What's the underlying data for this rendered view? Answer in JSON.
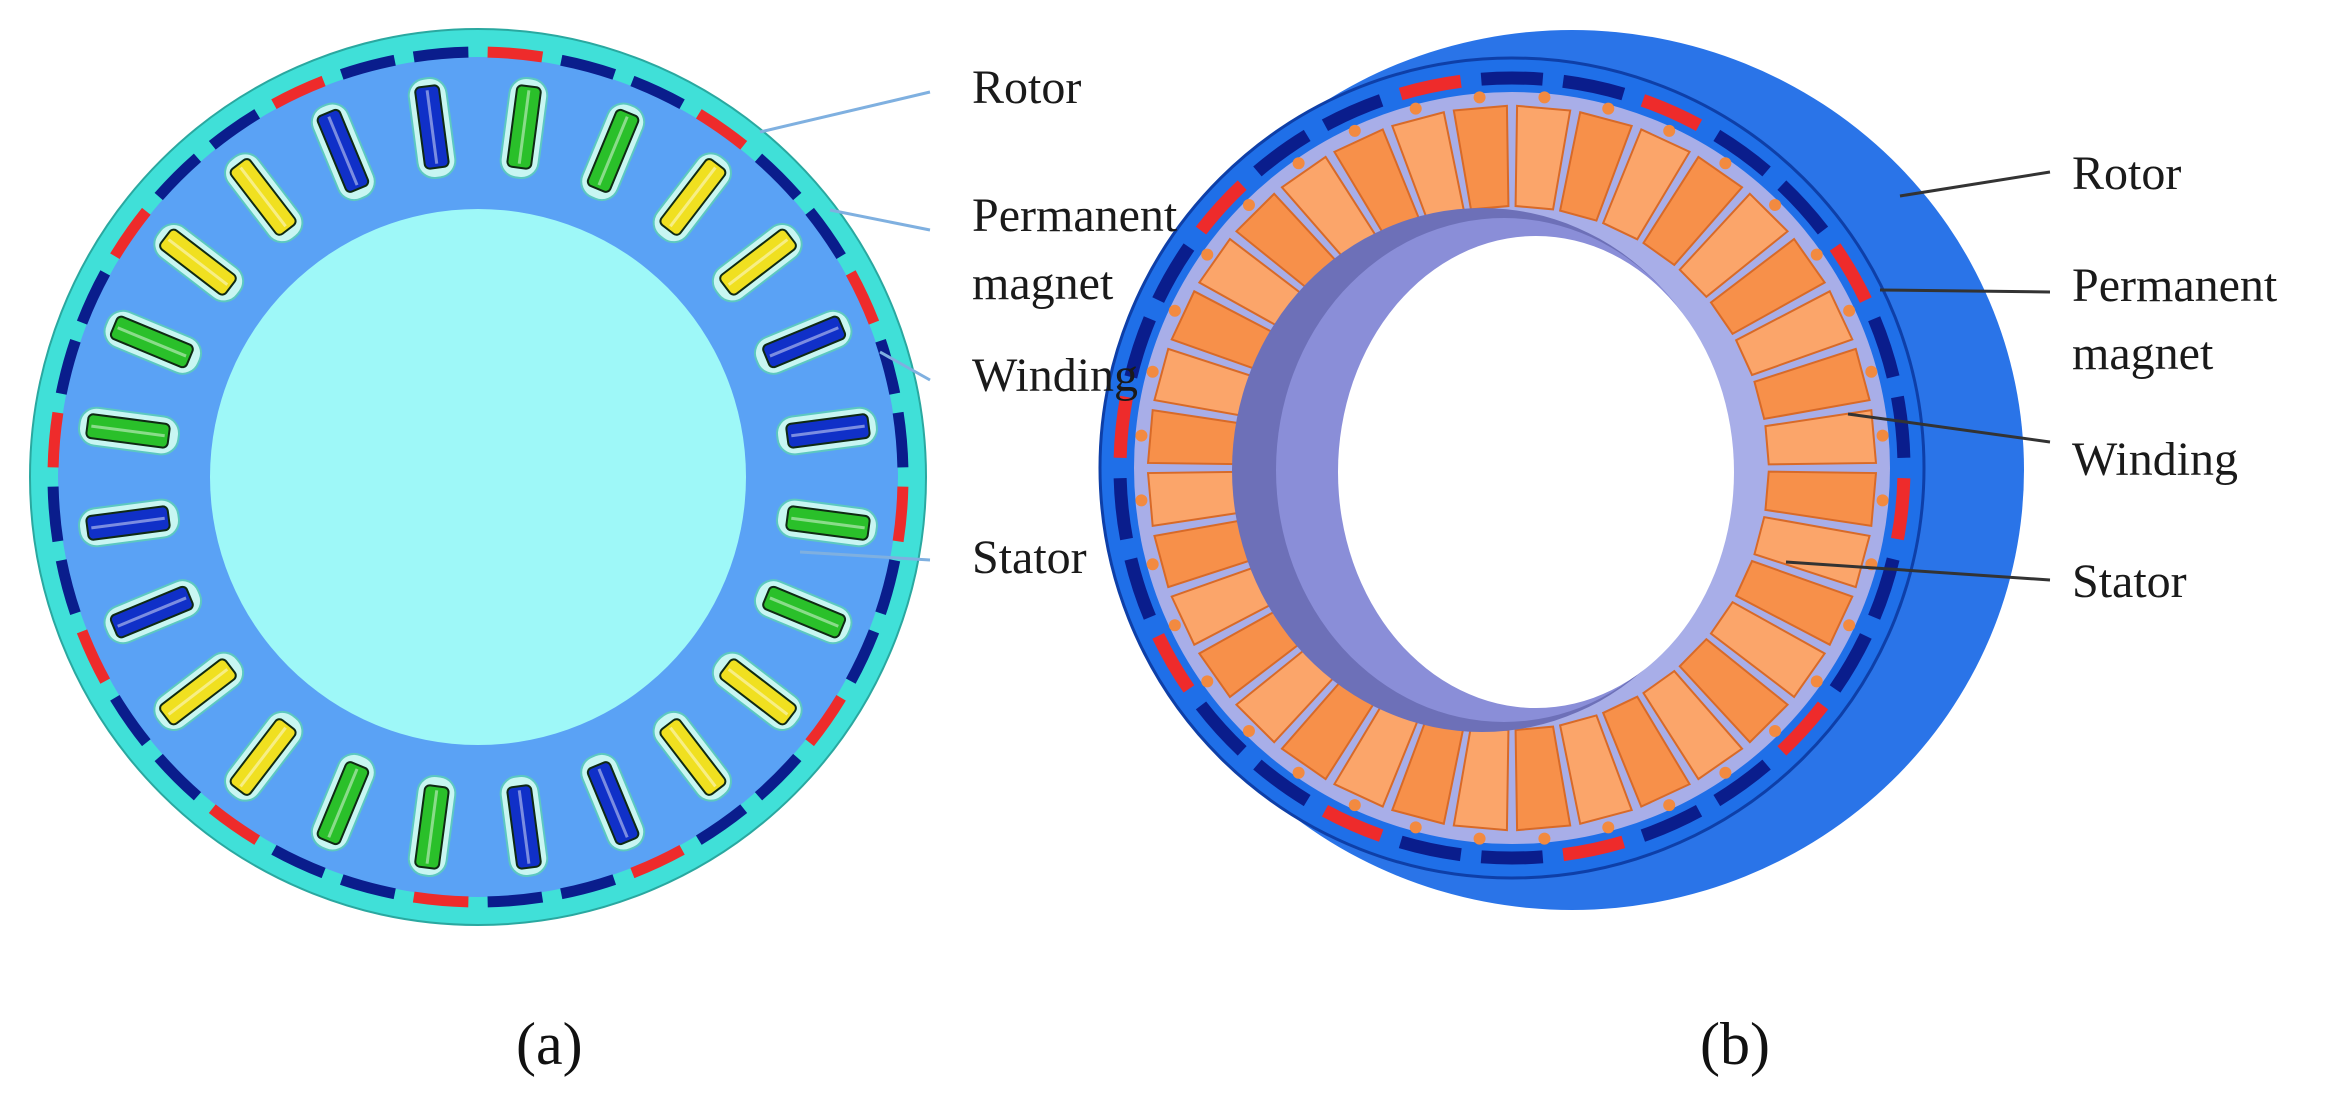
{
  "panel_a": {
    "caption": "(a)",
    "labels": {
      "rotor": "Rotor",
      "magnet_line1": "Permanent",
      "magnet_line2": "magnet",
      "winding": "Winding",
      "stator": "Stator"
    }
  },
  "panel_b": {
    "caption": "(b)",
    "labels": {
      "rotor": "Rotor",
      "magnet_line1": "Permanent",
      "magnet_line2": "magnet",
      "winding": "Winding",
      "stator": "Stator"
    }
  },
  "colors": {
    "rotor_ring": "#40e0d8",
    "stator_core": "#5aa2f5",
    "bore": "#9ef8f8",
    "magnet_red": "#ee2b2b",
    "magnet_navy": "#0a1d8c",
    "winding_yellow": "#f0e020",
    "winding_green": "#2ac02a",
    "winding_blue": "#1030c8",
    "outer_blue_3d": "#1f6fe8",
    "stator_coils_3d": "#f7904a",
    "stator_bore_3d": "#8a8ed8",
    "leader_light": "#7fb0e0",
    "leader_dark": "#333333"
  }
}
